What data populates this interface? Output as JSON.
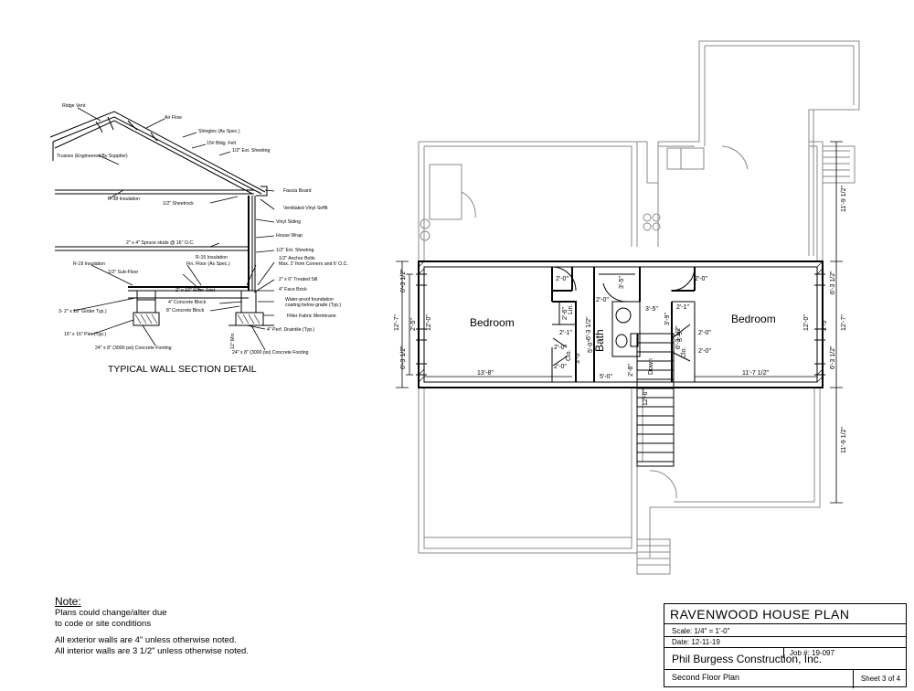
{
  "wall_section": {
    "title": "TYPICAL WALL SECTION DETAIL",
    "callouts": [
      "Ridge Vent",
      "Air Flow",
      "Shingles (As Spec.)",
      "15# Bldg. Felt",
      "1/2\" Ext. Sheeting",
      "Trusses (Engineered By Supplier)",
      "Fascia Board",
      "R-38 Insulation",
      "1/2\" Sheetrock",
      "Ventilated Vinyl Soffit",
      "Vinyl Siding",
      "2\" x 4\" Spruce studs @ 16\" O.C.",
      "House Wrap",
      "1/2\" Ext. Sheeting",
      "R-15 Insulation",
      "Fin. Floor (As Spec.)",
      "R-19 Insulation",
      "1/2\" Anchor Bolts",
      "Max. 2' from Corners and 6' O.C.",
      "1/2\" Sub-Floor",
      "2\" x 6\" Treated Sill",
      "2\" x 10\" Floor Joist",
      "4\" Face Brick",
      "3- 2\" x 10\" Girder Typ.)",
      "4\" Concrete Block",
      "Water-proof foundation",
      "coating below grade (Typ.)",
      "8\" Concrete Block",
      "Filter Fabric Membrane",
      "16\" x 16\" Pier (Typ.)",
      "4\" Perf. Draintile (Typ.)",
      "24\" x 8\" (3000 psi) Concrete Footing",
      "24\" x 8\" (3000 psi) Concrete Footing",
      "12\" Min."
    ]
  },
  "floor_plan": {
    "rooms": [
      "Bedroom",
      "Bedroom",
      "Bath",
      "Lin.",
      "Clo.",
      "Clo.",
      "Down"
    ],
    "dims": [
      "12'-7\"",
      "2'-5\"",
      "6'-3 1/2\"",
      "6'-3 1/2\"",
      "12'-0\"",
      "13'-8\"",
      "2'-0\"",
      "2'-0\"",
      "2'-0\"",
      "2'-1\"",
      "3'-5\"",
      "3'-5\"",
      "3'-5\"",
      "2'-0\"",
      "2'-6\"",
      "5'-0\"",
      "5'-0\"",
      "2'-8\"",
      "6'-3 1/2\"",
      "2'-0\"",
      "2'-0\"",
      "2'-0\"",
      "2'-1\"",
      "3'-9\"",
      "3'-9\"",
      "6'-3 1/2\"",
      "11'-7 1/2\"",
      "12'-0\"",
      "2'-5\"",
      "12'-7\"",
      "6'-3 1/2\"",
      "6'-3 1/2\"",
      "11'-9 1/2\"",
      "11'-9 1/2\"",
      "12'-6\""
    ]
  },
  "notes": {
    "title": "Note:",
    "lines": [
      "Plans could change/alter due",
      "to code or site conditions",
      "",
      "All exterior walls are 4\" unless otherwise noted.",
      "All interior walls are 3 1/2\" unless otherwise noted."
    ]
  },
  "title_block": {
    "plan_name": "RAVENWOOD HOUSE PLAN",
    "scale": "Scale: 1/4\" = 1'-0\"",
    "job": "Job #: 19-097",
    "date": "Date: 12-11-19",
    "company": "Phil Burgess Construction, Inc.",
    "sheet_name": "Second Floor Plan",
    "sheet_no": "Sheet 3 of 4"
  }
}
